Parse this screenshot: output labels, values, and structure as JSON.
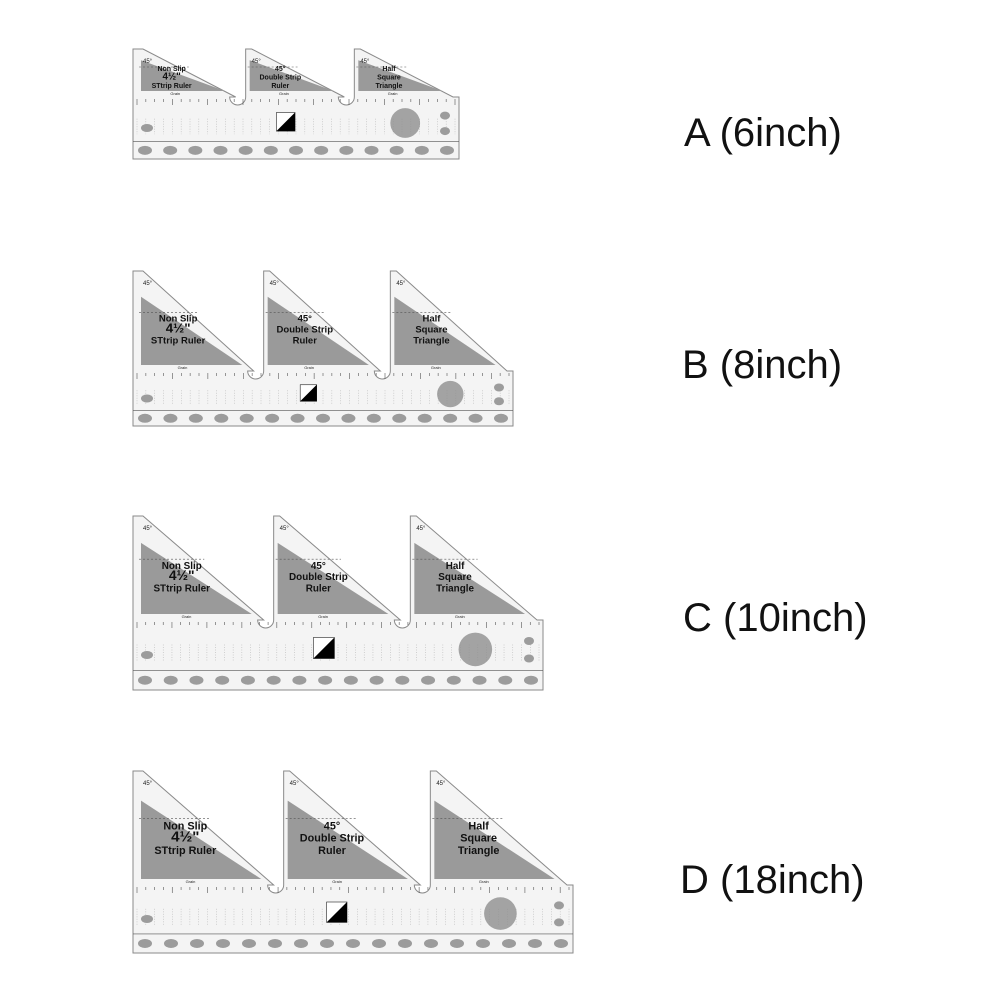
{
  "variants": [
    {
      "label": "A (6inch)",
      "triangles": [
        {
          "angle": "45°",
          "lines": [
            "Non Slip",
            "4½\"",
            "STtrip Ruler"
          ],
          "grain": "Grain"
        },
        {
          "angle": "45°",
          "lines": [
            "45°",
            "Double Strip",
            "Ruler"
          ],
          "grain": "Grain"
        },
        {
          "angle": "45°",
          "lines": [
            "Half",
            "Square",
            "Triangle"
          ],
          "grain": "Grain"
        }
      ]
    },
    {
      "label": "B (8inch)",
      "triangles": [
        {
          "angle": "45°",
          "lines": [
            "Non Slip",
            "4½\"",
            "STtrip Ruler"
          ],
          "grain": "Grain"
        },
        {
          "angle": "45°",
          "lines": [
            "45°",
            "Double Strip",
            "Ruler"
          ],
          "grain": "Grain"
        },
        {
          "angle": "45°",
          "lines": [
            "Half",
            "Square",
            "Triangle"
          ],
          "grain": "Grain"
        }
      ]
    },
    {
      "label": "C (10inch)",
      "triangles": [
        {
          "angle": "45°",
          "lines": [
            "Non Slip",
            "4½\"",
            "STtrip Ruler"
          ],
          "grain": "Grain"
        },
        {
          "angle": "45°",
          "lines": [
            "45°",
            "Double Strip",
            "Ruler"
          ],
          "grain": "Grain"
        },
        {
          "angle": "45°",
          "lines": [
            "Half",
            "Square",
            "Triangle"
          ],
          "grain": "Grain"
        }
      ]
    },
    {
      "label": "D (18inch)",
      "triangles": [
        {
          "angle": "45°",
          "lines": [
            "Non Slip",
            "4½\"",
            "STtrip Ruler"
          ],
          "grain": "Grain"
        },
        {
          "angle": "45°",
          "lines": [
            "45°",
            "Double Strip",
            "Ruler"
          ],
          "grain": "Grain"
        },
        {
          "angle": "45°",
          "lines": [
            "Half",
            "Square",
            "Triangle"
          ],
          "grain": "Grain"
        }
      ]
    }
  ],
  "colors": {
    "ruler_body": "#f4f4f4",
    "ruler_outline": "#8a8a8a",
    "triangle_fill": "#9a9a9a",
    "marking": "#555555",
    "dots": "#9c9c9c",
    "label_text": "#111111"
  }
}
